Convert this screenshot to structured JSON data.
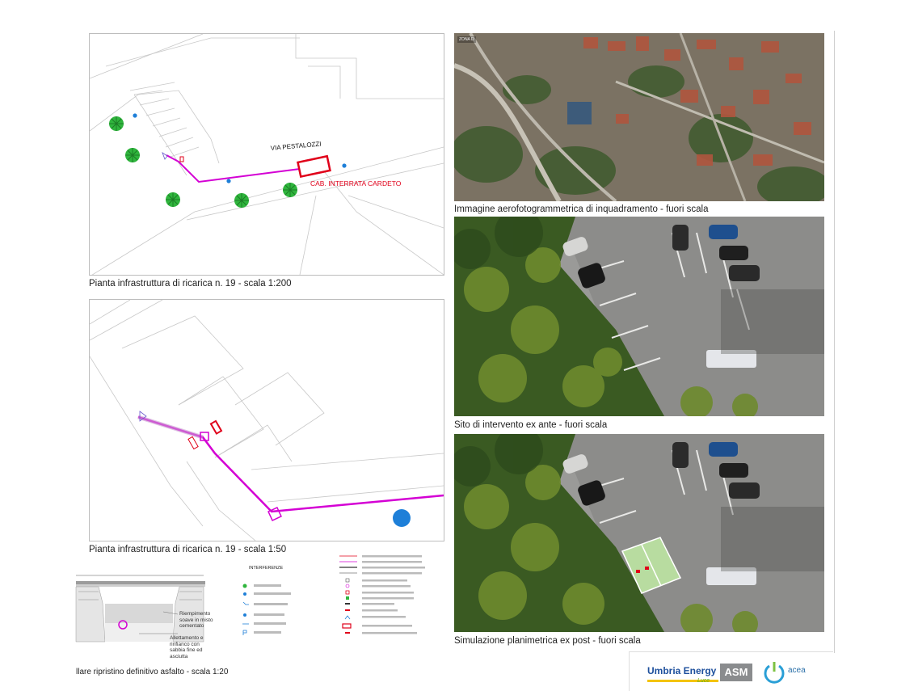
{
  "plan1": {
    "street": "VIA PESTALOZZI",
    "cabin": "CAB. INTERRATA CARDETO",
    "caption": "Pianta infrastruttura di ricarica n. 19 - scala 1:200"
  },
  "plan2": {
    "caption": "Pianta infrastruttura di ricarica n. 19 - scala 1:50"
  },
  "aerial": {
    "zone_label": "ZONA D",
    "caption": "Immagine aerofotogrammetrica di inquadramento - fuori scala"
  },
  "exante": {
    "caption": "Sito di intervento ex ante - fuori scala"
  },
  "expost": {
    "caption": "Simulazione planimetrica ex post - fuori scala"
  },
  "section": {
    "caption": "llare ripristino definitivo asfalto - scala 1:20",
    "note1": "Riempimento\nsoave in misto\ncementato",
    "note2": "Allettamento e\nrinfianco con\nsabbia fine ed\nasciutta"
  },
  "legend": {
    "title": "INTERFERENZE"
  },
  "logos": {
    "umbria": "Umbria Energy",
    "umbria_sub": "Luce",
    "asm": "ASM",
    "acea": "acea"
  },
  "colors": {
    "magenta": "#d400d4",
    "red": "#e0001a",
    "tree": "#27b23a",
    "blue": "#1e7fd8"
  }
}
